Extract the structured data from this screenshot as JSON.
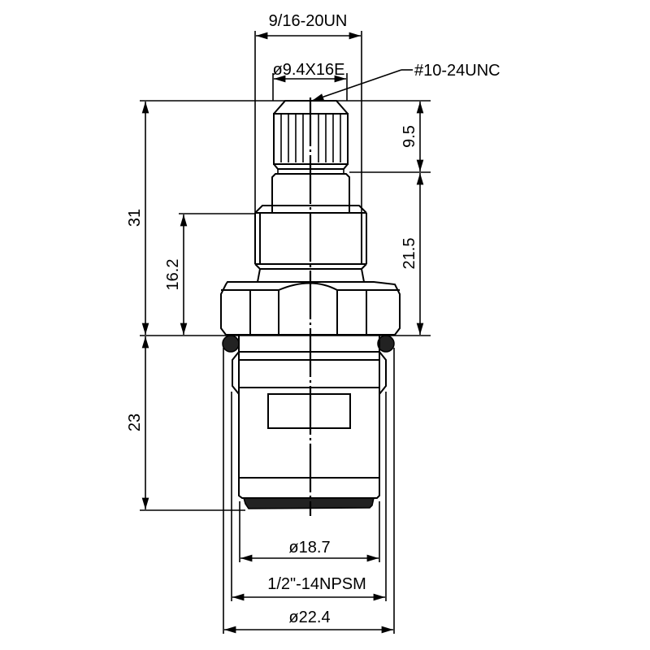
{
  "drawing": {
    "title": "Faucet cartridge valve stem dimension drawing",
    "dimensions": {
      "top_thread": "9/16-20UN",
      "spline": "ø9.4X16E",
      "screw_thread": "#10-24UNC",
      "spline_height": "9.5",
      "upper_body_height": "21.5",
      "overall_upper_height": "31",
      "thread_height": "16.2",
      "lower_body_height": "23",
      "inner_diameter": "ø18.7",
      "pipe_thread": "1/2\"-14NPSM",
      "outer_diameter": "ø22.4"
    },
    "colors": {
      "line": "#000000",
      "background": "#ffffff",
      "seal": "#222222"
    }
  }
}
